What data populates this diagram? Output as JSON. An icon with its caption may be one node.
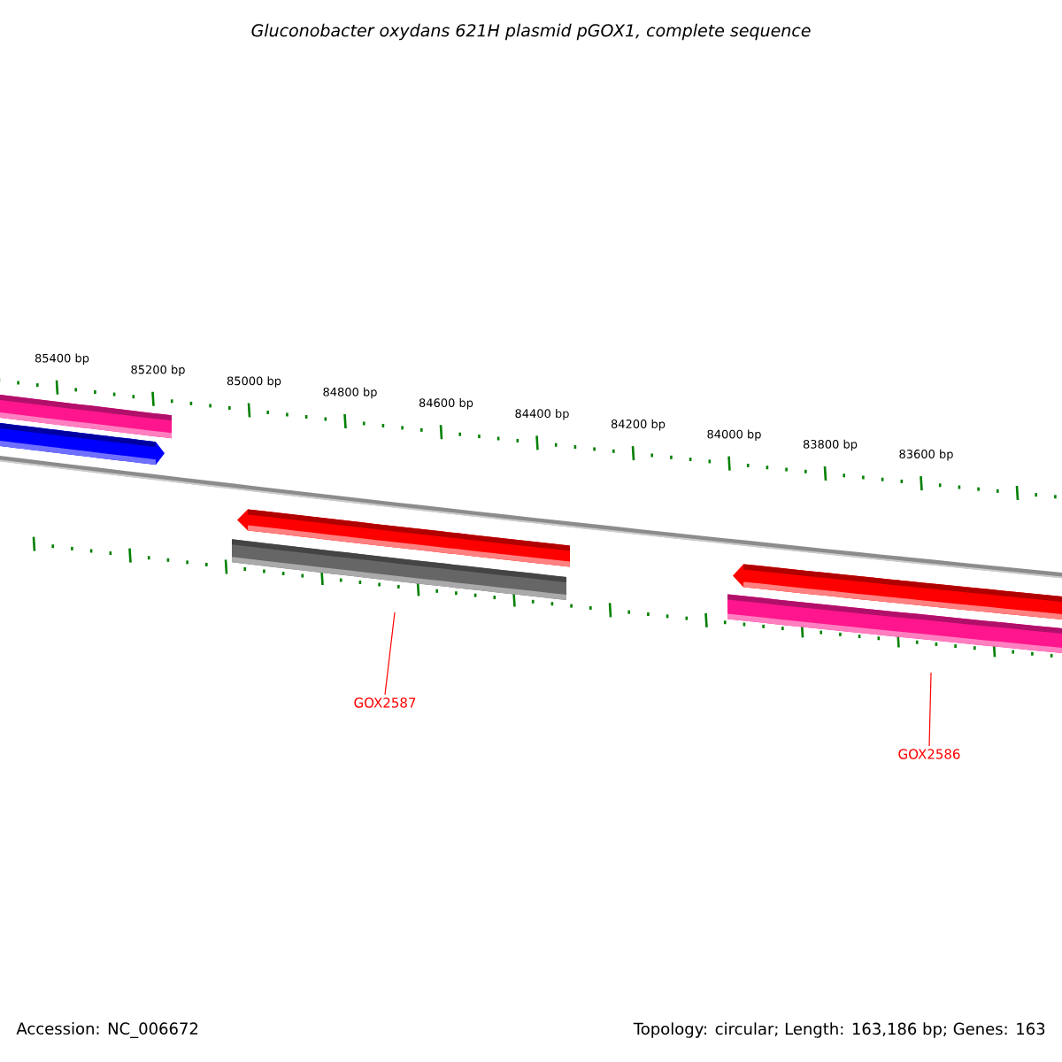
{
  "diagram": {
    "title": "Gluconobacter oxydans 621H plasmid pGOX1, complete sequence",
    "nodes": [
      {
        "text": [
          "GOX2587"
        ]
      },
      {
        "text": [
          "GOX2586"
        ]
      }
    ],
    "edges": [
      {
        "from": 0,
        "to": null,
        "arrow": "none",
        "color": "#ff0000"
      },
      {
        "from": 1,
        "to": null,
        "arrow": "none",
        "color": "#ff0000"
      }
    ],
    "labels": [
      "85400 bp",
      "85200 bp",
      "85000 bp",
      "84800 bp",
      "84600 bp",
      "84400 bp",
      "84200 bp",
      "84000 bp",
      "83800 bp",
      "83600 bp",
      "Accession: NC_006672",
      "Topology: circular; Length: 163,186 bp; Genes: 163"
    ]
  }
}
